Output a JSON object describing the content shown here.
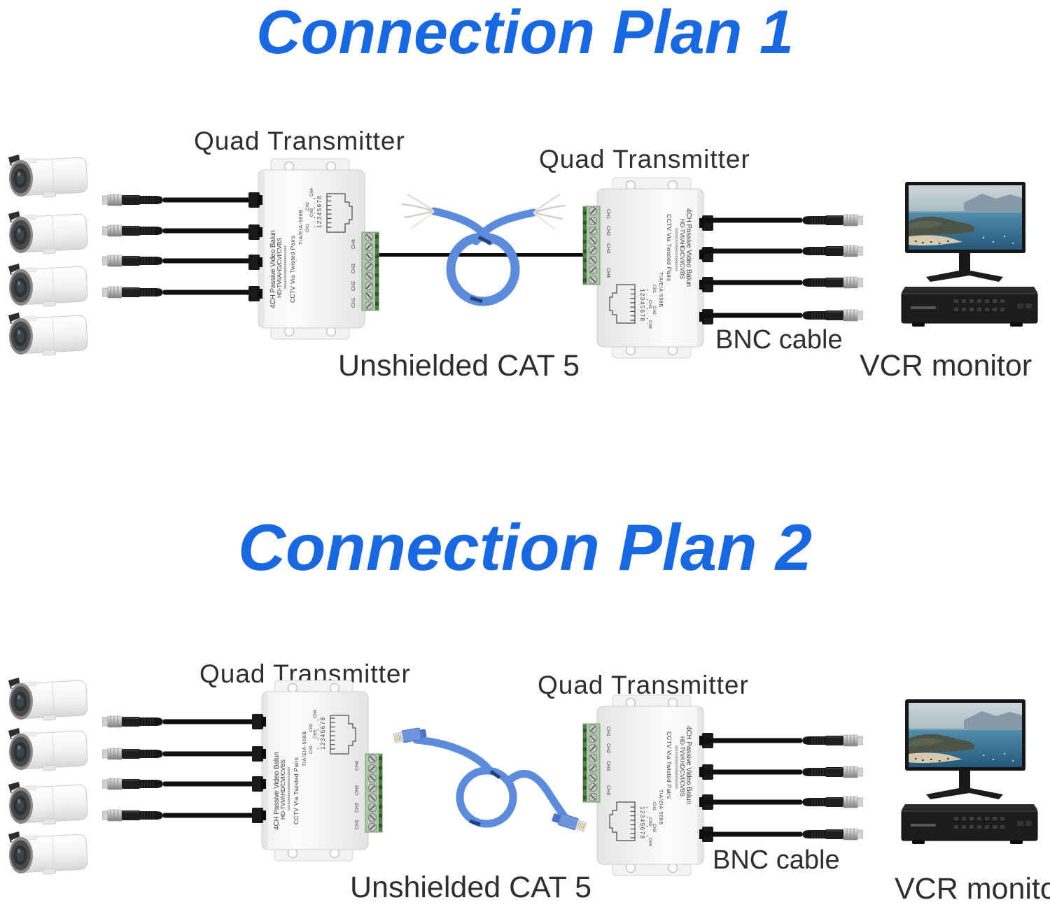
{
  "plan1": {
    "title": "Connection Plan 1",
    "transmitter_left_label": "Quad Transmitter",
    "transmitter_right_label": "Quad Transmitter",
    "cat5_label": "Unshielded CAT 5",
    "bnc_label": "BNC cable",
    "vcr_label": "VCR monitor"
  },
  "plan2": {
    "title": "Connection Plan 2",
    "transmitter_left_label": "Quad Transmitter",
    "transmitter_right_label": "Quad Transmitter",
    "cat5_label": "Unshielded CAT 5",
    "bnc_label": "BNC cable",
    "vcr_label": "VCR monitor"
  },
  "balun": {
    "product_line1": "4CH Passive Video Balun",
    "product_line2": "HD-TVI/AHD/CVI/CVBS",
    "product_line3": "xxxxxxxxxxxxxxxxxxxxxx",
    "product_line4": "CCTV Via Twisted Pairs",
    "wiring_standard": "TIA/EIA-568B",
    "channels": [
      "CH1",
      "CH2",
      "CH3",
      "CH4"
    ],
    "pin_numbers": "12345678",
    "pin_polarity": "+ - + - + - + -"
  },
  "colors": {
    "title_blue": "#1968e0",
    "cat5_cable_blue": "#5c8bdb",
    "terminal_green": "#abc9a6"
  }
}
